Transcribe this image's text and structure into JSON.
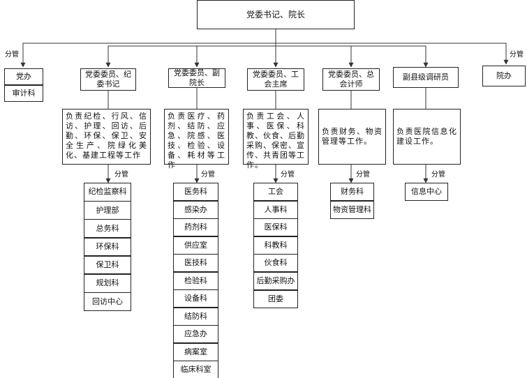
{
  "top": "党委书记、院长",
  "branch_label": "分管",
  "left_side": {
    "title": "党办",
    "sub": "审计科"
  },
  "right_side": {
    "title": "院办"
  },
  "columns": [
    {
      "title": "党委委员、纪委书记",
      "duty": "负责纪检、行风、信访、护理、回访、后勤、环保、保卫、安全生产、院绿化美化、基建工程等工作",
      "units": [
        "纪检监察科",
        "护理部",
        "总务科",
        "环保科",
        "保卫科",
        "规划科",
        "回访中心"
      ]
    },
    {
      "title": "党委委员、副院长",
      "duty": "负责医疗、药剂、结防、应急、院感、医技、检验、设备、耗材等工作",
      "units": [
        "医务科",
        "感染办",
        "药剂科",
        "供应室",
        "医技科",
        "检验科",
        "设备科",
        "结防科",
        "应急办",
        "病案室",
        "临床科室"
      ]
    },
    {
      "title": "党委委员、工会主席",
      "duty": "负责工会、人事、医保、科教、伙食、后勤采购、保密、宣传、共青团等工作。",
      "units": [
        "工会",
        "人事科",
        "医保科",
        "科教科",
        "伙食科",
        "后勤采购办",
        "团委"
      ]
    },
    {
      "title": "党委委员、总会计师",
      "duty": "负责财务、物资管理等工作。",
      "units": [
        "财务科",
        "物资管理科"
      ]
    },
    {
      "title": "副县级调研员",
      "duty": "负责医院信息化建设工作。",
      "units": [
        "信息中心"
      ]
    }
  ]
}
